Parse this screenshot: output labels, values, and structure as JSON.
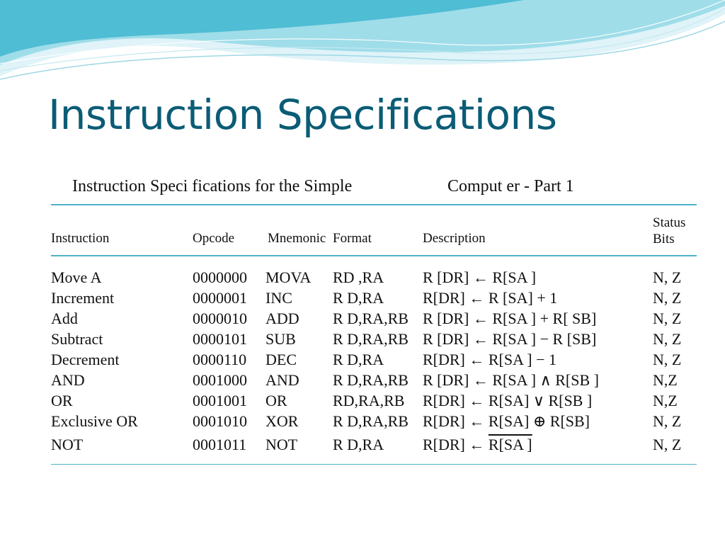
{
  "slide": {
    "title": "Instruction Specifications",
    "table_caption": {
      "part1": "Instruction Speci fications for the Simple",
      "part2": "Comput er - Part 1"
    }
  },
  "table": {
    "headers": {
      "instruction": "Instruction",
      "opcode": "Opcode",
      "mnemonic": "Mnemonic",
      "format": "Format",
      "description": "Description",
      "status_line1": "Status",
      "status_line2": "Bits"
    },
    "rows": [
      {
        "instruction": "Move A",
        "opcode": "0000000",
        "mnemonic": "MOVA",
        "format": "RD ,RA",
        "description": "R [DR] ← R[SA ]",
        "status": "N, Z"
      },
      {
        "instruction": "Increment",
        "opcode": "0000001",
        "mnemonic": "INC",
        "format": "R D,RA",
        "description": "R[DR] ← R [SA] + 1",
        "status": "N, Z"
      },
      {
        "instruction": "Add",
        "opcode": "0000010",
        "mnemonic": "ADD",
        "format": "R D,RA,RB",
        "description": "R [DR] ← R[SA ] + R[ SB]",
        "status": "N, Z"
      },
      {
        "instruction": "Subtract",
        "opcode": "0000101",
        "mnemonic": "SUB",
        "format": "R D,RA,RB",
        "description": "R [DR] ← R[SA ] − R [SB]",
        "status": "N, Z"
      },
      {
        "instruction": "Decrement",
        "opcode": "0000110",
        "mnemonic": "DEC",
        "format": "R D,RA",
        "description": "R[DR] ← R[SA ] − 1",
        "status": "N, Z"
      },
      {
        "instruction": "AND",
        "opcode": "0001000",
        "mnemonic": "AND",
        "format": "R D,RA,RB",
        "description": "R [DR] ← R[SA ] ∧ R[SB ]",
        "status": "N,Z"
      },
      {
        "instruction": "OR",
        "opcode": "0001001",
        "mnemonic": "OR",
        "format": "RD,RA,RB",
        "description": "R[DR] ← R[SA] ∨ R[SB ]",
        "status": "N,Z"
      },
      {
        "instruction": "Exclusive OR",
        "opcode": "0001010",
        "mnemonic": "XOR",
        "format": "R D,RA,RB",
        "description": "R[DR] ← R[SA] ⊕ R[SB]",
        "status": "N, Z"
      },
      {
        "instruction": "NOT",
        "opcode": "0001011",
        "mnemonic": "NOT",
        "format": "R D,RA",
        "description": "R[DR] ←",
        "description_overlined": "R[SA ]",
        "status": "N, Z"
      }
    ]
  },
  "theme": {
    "title_color": "#0b5c76",
    "rule_color": "#4fb3c8",
    "wave_colors": [
      "#7fd3e3",
      "#3fb5cf",
      "#d9f1f6"
    ]
  }
}
